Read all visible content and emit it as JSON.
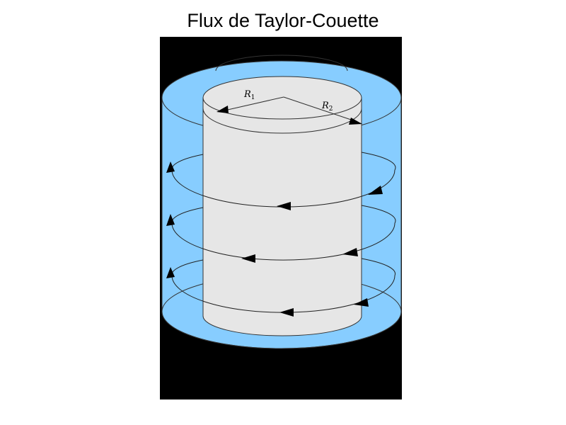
{
  "title": "Flux de Taylor-Couette",
  "labels": {
    "r1": "R",
    "r1_sub": "1",
    "r2": "R",
    "r2_sub": "2"
  },
  "colors": {
    "background_panel": "#000000",
    "outer_fluid": "#87cdff",
    "inner_cylinder": "#e6e6e6",
    "stroke": "#333333",
    "arrow": "#000000"
  }
}
